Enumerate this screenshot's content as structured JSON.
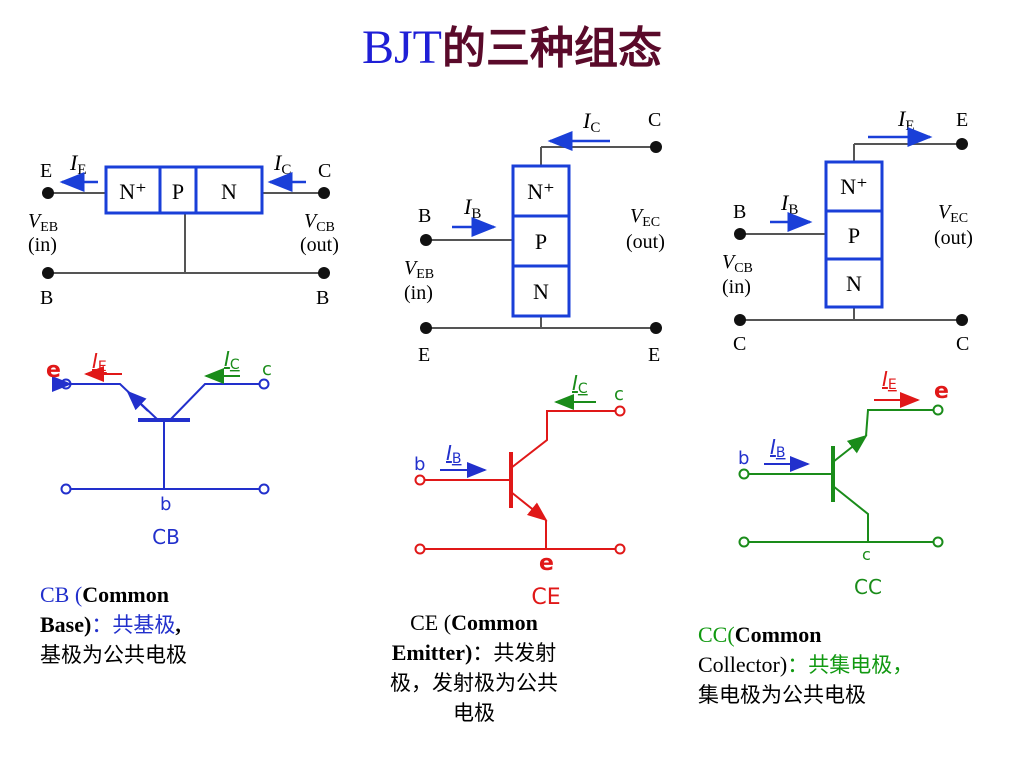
{
  "title": {
    "prefix": "BJT",
    "suffix": "的三种组态"
  },
  "block_cb": {
    "regions": [
      "N⁺",
      "P",
      "N"
    ],
    "terminal_e": "E",
    "terminal_c": "C",
    "terminal_b_left": "B",
    "terminal_b_right": "B",
    "current_e": "E",
    "current_c": "C",
    "v_left_sub": "EB",
    "v_left_tag": "(in)",
    "v_right_sub": "CB",
    "v_right_tag": "(out)"
  },
  "block_ce": {
    "regions": [
      "N⁺",
      "P",
      "N"
    ],
    "terminal_c": "C",
    "terminal_b": "B",
    "terminal_e_left": "E",
    "terminal_e_right": "E",
    "current_c": "C",
    "current_b": "B",
    "v_left_sub": "EB",
    "v_left_tag": "(in)",
    "v_right_sub": "EC",
    "v_right_tag": "(out)"
  },
  "block_cc": {
    "regions": [
      "N⁺",
      "P",
      "N"
    ],
    "terminal_e": "E",
    "terminal_b": "B",
    "terminal_c_left": "C",
    "terminal_c_right": "C",
    "current_e": "E",
    "current_b": "B",
    "v_left_sub": "CB",
    "v_left_tag": "(in)",
    "v_right_sub": "EC",
    "v_right_tag": "(out)"
  },
  "sym_cb": {
    "node_e": "e",
    "node_c": "c",
    "node_b": "b",
    "current_e": "E",
    "current_c": "C",
    "name": "CB"
  },
  "sym_ce": {
    "node_b": "b",
    "node_c": "c",
    "node_e": "e",
    "current_b": "B",
    "current_c": "C",
    "name": "CE"
  },
  "sym_cc": {
    "node_b": "b",
    "node_e": "e",
    "node_c": "c",
    "current_b": "B",
    "current_e": "E",
    "name": "CC"
  },
  "captions": {
    "cb": {
      "open": "CB (",
      "bold1": "Common",
      "bold2": "Base)",
      "colon": "：",
      "cn_name": "共基极",
      "comma": ",",
      "line3": "基极为公共电极"
    },
    "ce": {
      "open": "CE (",
      "bold1": "Common",
      "bold2": "Emitter)",
      "colon": "：",
      "cn_name": "共发射",
      "line3": "极，发射极为公共",
      "line4": "电极"
    },
    "cc": {
      "open": "CC(",
      "bold1": "Common",
      "line2a": "Collector)",
      "colon": "：",
      "cn_name": "共集电极",
      "comma": "，",
      "line3": "集电极为公共电极"
    }
  },
  "colors": {
    "title_blue": "#1f1fd6",
    "title_dark": "#5a0a2a",
    "device_blue": "#1a3fd8",
    "cb_blue": "#2230cc",
    "ce_red": "#e01818",
    "cc_green": "#1a8c1a",
    "text_green": "#119911"
  }
}
